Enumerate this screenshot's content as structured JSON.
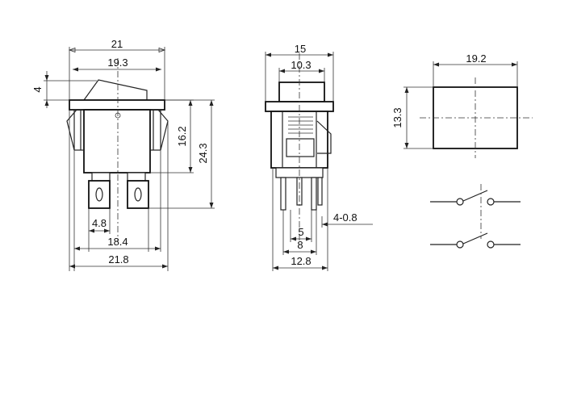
{
  "front_view": {
    "dim_overall_width": "21",
    "dim_top_width": "19.3",
    "dim_rocker_height": "4",
    "dim_body_height": "16.2",
    "dim_total_height": "24.3",
    "dim_terminal_width": "4.8",
    "dim_terminal_span": "18.4",
    "dim_bottom_width": "21.8"
  },
  "side_view": {
    "dim_overall_width": "15",
    "dim_top_width": "10.3",
    "dim_pin": "4-0.8",
    "dim_pitch_5": "5",
    "dim_pitch_8": "8",
    "dim_bottom_width": "12.8"
  },
  "cutout_view": {
    "dim_width": "19.2",
    "dim_height": "13.3"
  },
  "colors": {
    "line": "#222222",
    "background": "#ffffff"
  }
}
